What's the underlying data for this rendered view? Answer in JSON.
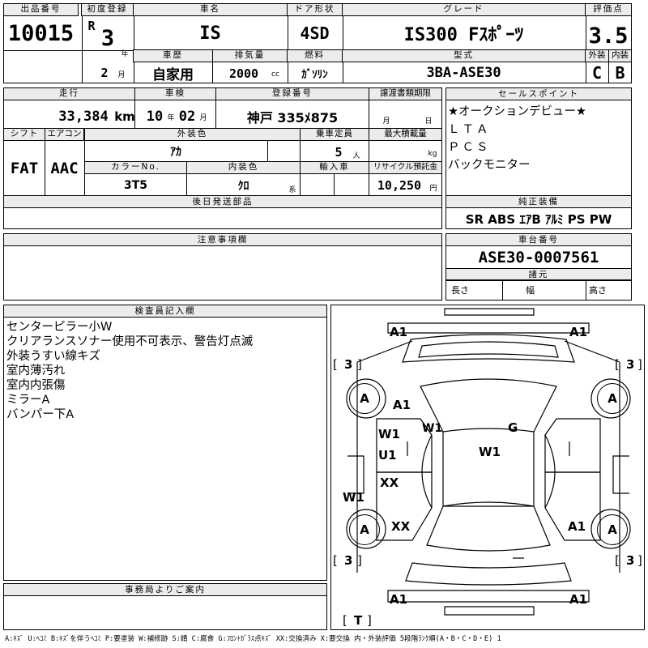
{
  "lot": {
    "label": "出品番号",
    "value": "10015"
  },
  "first_registration": {
    "label": "初度登録",
    "era": "R",
    "year": "3",
    "year_unit": "年",
    "month": "2",
    "month_unit": "月"
  },
  "car_name": {
    "label": "車名",
    "value": "IS"
  },
  "door": {
    "label": "ドア形状",
    "value": "4SD"
  },
  "grade": {
    "label": "グレード",
    "value": "IS300 Fｽﾎﾟｰﾂ"
  },
  "score": {
    "label": "評価点",
    "value": "3.5"
  },
  "exterior": {
    "label": "外装",
    "value": "C"
  },
  "interior": {
    "label": "内装",
    "value": "B"
  },
  "history": {
    "label": "車歴",
    "value": "自家用"
  },
  "displacement": {
    "label": "排気量",
    "value": "2000",
    "unit": "cc"
  },
  "fuel": {
    "label": "燃料",
    "value": "ｶﾞｿﾘﾝ"
  },
  "model": {
    "label": "型式",
    "value": "3BA-ASE30"
  },
  "mileage": {
    "label": "走行",
    "value": "33,384",
    "unit": "km"
  },
  "inspection": {
    "label": "車検",
    "year": "10",
    "year_unit": "年",
    "month": "02",
    "month_unit": "月"
  },
  "registration": {
    "label": "登録番号",
    "value": "神戸 335ﾒ875"
  },
  "transfer": {
    "label": "譲渡書類期限",
    "month_unit": "月",
    "day_unit": "日"
  },
  "shift": {
    "label": "シフト",
    "value": "FAT"
  },
  "aircon": {
    "label": "エアコン",
    "value": "AAC"
  },
  "color": {
    "label": "外装色",
    "value": "ｱｶ"
  },
  "capacity": {
    "label": "乗車定員",
    "value": "5",
    "unit": "人"
  },
  "max_load": {
    "label": "最大積載量",
    "unit": "kg"
  },
  "color_no": {
    "label": "カラーNo.",
    "value": "3T5"
  },
  "int_color": {
    "label": "内装色",
    "value": "ｸﾛ",
    "unit": "系"
  },
  "import": {
    "label": "輸入車"
  },
  "recycle": {
    "label": "リサイクル預託金",
    "value": "10,250",
    "unit": "円"
  },
  "later_parts": {
    "label": "後日発送部品"
  },
  "notes": {
    "label": "注意事項欄"
  },
  "inspector": {
    "label": "検査員記入欄",
    "lines": [
      "センターピラー小W",
      "クリアランスソナー使用不可表示、警告灯点滅",
      "外装うすい線キズ",
      "室内薄汚れ",
      "室内内張傷",
      "ミラーA",
      "バンパー下A"
    ]
  },
  "office": {
    "label": "事務局よりご案内"
  },
  "sales_points": {
    "label": "セールスポイント",
    "lines": [
      "★オークションデビュー★",
      "ＬＴＡ",
      "ＰＣＳ",
      "バックモニター"
    ]
  },
  "equipment": {
    "label": "純正装備",
    "value": "SR ABS ｴｱB ｱﾙﾐ PS PW"
  },
  "chassis": {
    "label": "車台番号",
    "value": "ASE30-0007561"
  },
  "dims": {
    "label": "諸元",
    "length": "長さ",
    "width": "幅",
    "height": "高さ"
  },
  "diagram": {
    "tire_score": "3",
    "tire_back": "T",
    "tire_label": "A",
    "marks": {
      "a1": "A1",
      "w1": "W1",
      "u1": "U1",
      "xx": "XX",
      "g": "G"
    }
  },
  "legend": "A:ｷｽﾞ U:ﾍｺﾐ B:ｷｽﾞを伴うﾍｺﾐ P:要塗装 W:補修跡 S:錆 C:腐食 G:ﾌﾛﾝﾄｶﾞﾗｽ点ｷｽﾞ XX:交換済み X:要交換 内・外装評価 5段階ﾗﾝｸ順(A・B・C・D・E) 1"
}
